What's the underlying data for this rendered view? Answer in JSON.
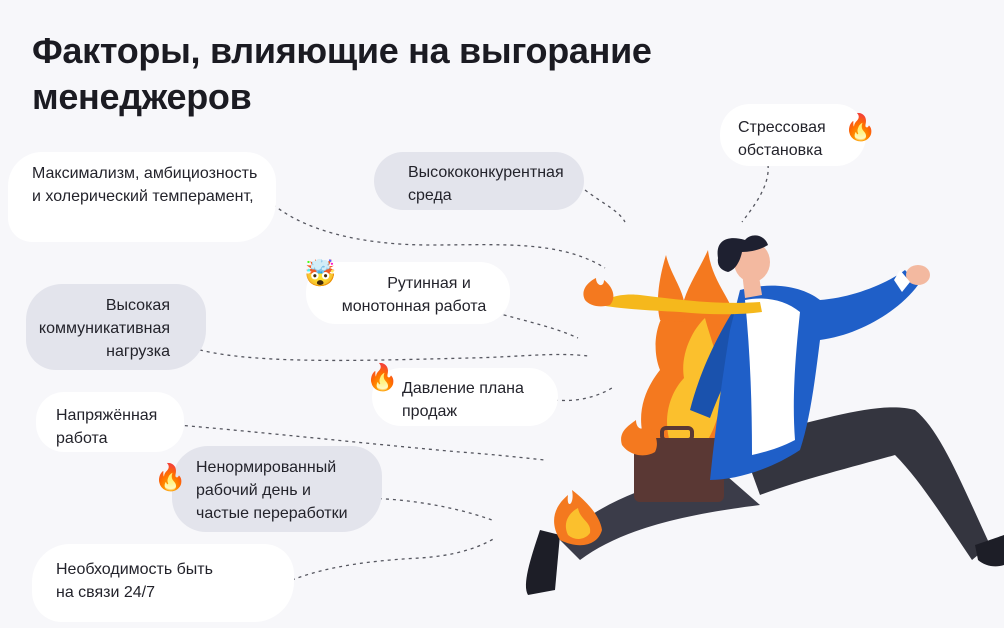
{
  "title": {
    "line1": "Факторы, влияющие на выгорание",
    "line2": "менеджеров"
  },
  "factors": [
    {
      "id": "maximalism",
      "lines": [
        "Максимализм, амбициозность",
        "и холерический темперамент,"
      ],
      "emoji": ""
    },
    {
      "id": "competition",
      "lines": [
        "Высококонкурентная",
        "среда"
      ],
      "emoji": ""
    },
    {
      "id": "stress",
      "lines": [
        "Стрессовая",
        "обстановка"
      ],
      "emoji": "🔥"
    },
    {
      "id": "routine",
      "lines": [
        "Рутинная и",
        "монотонная работа"
      ],
      "emoji": "🤯"
    },
    {
      "id": "communication",
      "lines": [
        "Высокая",
        "коммуникативная",
        "нагрузка"
      ],
      "emoji": ""
    },
    {
      "id": "sales",
      "lines": [
        "Давление плана",
        "продаж"
      ],
      "emoji": "🔥"
    },
    {
      "id": "tension",
      "lines": [
        "Напряжённая",
        "работа"
      ],
      "emoji": ""
    },
    {
      "id": "overtime",
      "lines": [
        "Ненормированный",
        "рабочий день и",
        "частые переработки"
      ],
      "emoji": "🔥"
    },
    {
      "id": "availability",
      "lines": [
        "Необходимость быть",
        "на связи 24/7"
      ],
      "emoji": ""
    }
  ],
  "colors": {
    "background": "#f7f7fa",
    "bubble_white": "#ffffff",
    "bubble_grey": "#e3e4ec",
    "jacket": "#1f5fc8",
    "pants": "#3b3c49",
    "tie": "#f5b81c",
    "flame_outer": "#f4791f",
    "flame_inner": "#fbc02d",
    "briefcase": "#5a3834"
  }
}
